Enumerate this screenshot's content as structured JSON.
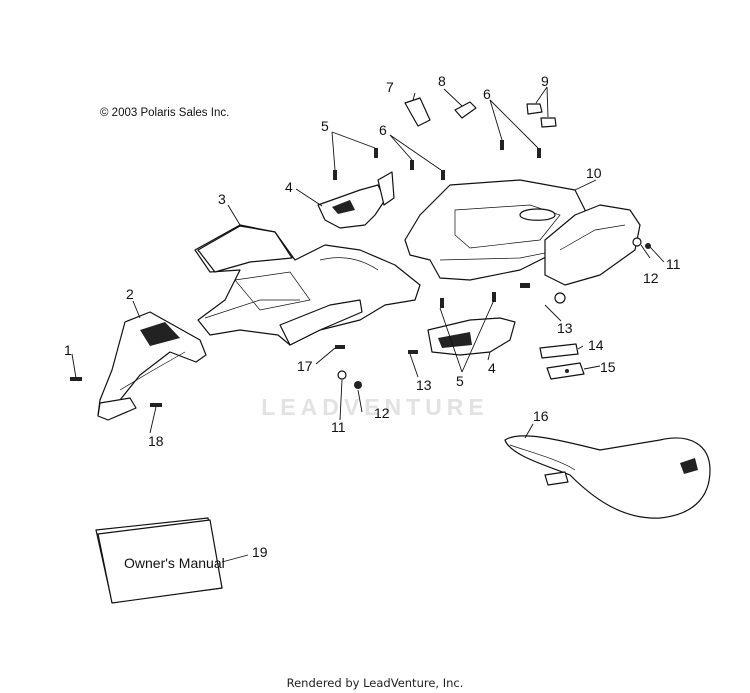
{
  "copyright": "© 2003 Polaris Sales Inc.",
  "watermark": "LEADVENTURE",
  "footer": "Rendered by LeadVenture, Inc.",
  "manual_text": "Owner's Manual",
  "callouts": {
    "c1": "1",
    "c2": "2",
    "c3": "3",
    "c4a": "4",
    "c4b": "4",
    "c5a": "5",
    "c5b": "5",
    "c6a": "6",
    "c6b": "6",
    "c7": "7",
    "c8": "8",
    "c9": "9",
    "c10": "10",
    "c11a": "11",
    "c11b": "11",
    "c12a": "12",
    "c12b": "12",
    "c13a": "13",
    "c13b": "13",
    "c14": "14",
    "c15": "15",
    "c16": "16",
    "c17": "17",
    "c18": "18",
    "c19": "19"
  }
}
